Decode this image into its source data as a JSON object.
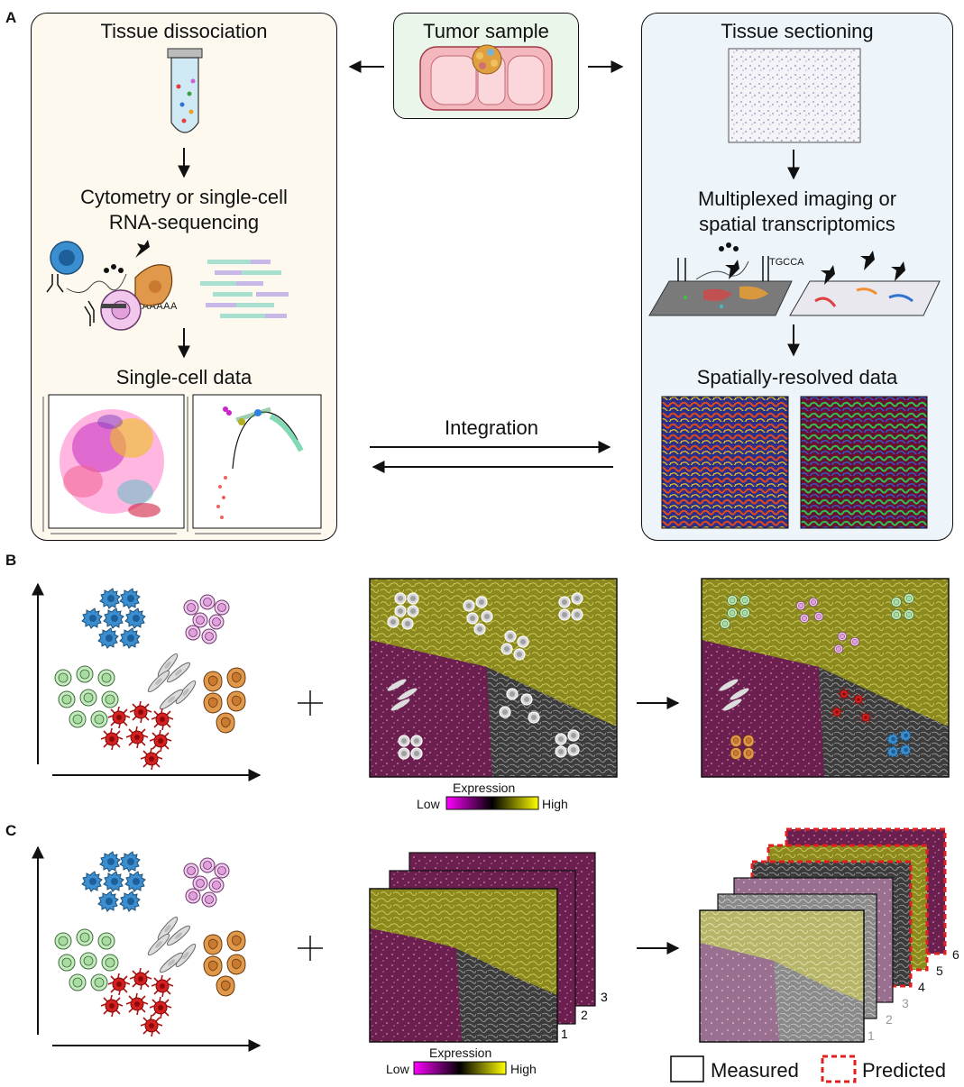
{
  "panels": {
    "a": "A",
    "b": "B",
    "c": "C"
  },
  "panel_a": {
    "tumor_sample": "Tumor sample",
    "tissue_dissociation": "Tissue dissociation",
    "tissue_sectioning": "Tissue sectioning",
    "cytometry_line1": "Cytometry or single-cell",
    "cytometry_line2": "RNA-sequencing",
    "polya": "AAAAAAA",
    "multiplexed_line1": "Multiplexed imaging or",
    "multiplexed_line2": "spatial transcriptomics",
    "barcode": "TGCCA",
    "single_cell_data": "Single-cell data",
    "spatial_data": "Spatially-resolved data",
    "integration": "Integration"
  },
  "colorbar": {
    "title": "Expression",
    "low": "Low",
    "high": "High"
  },
  "stack_numbers_b": [
    "1",
    "2",
    "3"
  ],
  "stack_numbers_c": [
    "1",
    "2",
    "3",
    "4",
    "5",
    "6"
  ],
  "legend": {
    "measured": "Measured",
    "predicted": "Predicted"
  },
  "colors": {
    "left_box_bg": "#fdf9ee",
    "right_box_bg": "#edf5fb",
    "tumor_box_bg": "#eaf6ea",
    "tissue_yellow": "#8c8a1e",
    "tissue_magenta": "#6a1f4f",
    "tissue_gray": "#454545",
    "predicted_red": "#e02020",
    "cell_blue": "#3b8fd0",
    "cell_pink": "#e6a6e0",
    "cell_green": "#a8dca0",
    "cell_orange": "#e0984a",
    "cell_red": "#d42020",
    "cell_gray": "#cccccc"
  },
  "icons": [
    "arrow-icon",
    "tube-icon",
    "antibody-icon",
    "cell-icon",
    "tissue-icon",
    "crosshair-plus-icon"
  ]
}
